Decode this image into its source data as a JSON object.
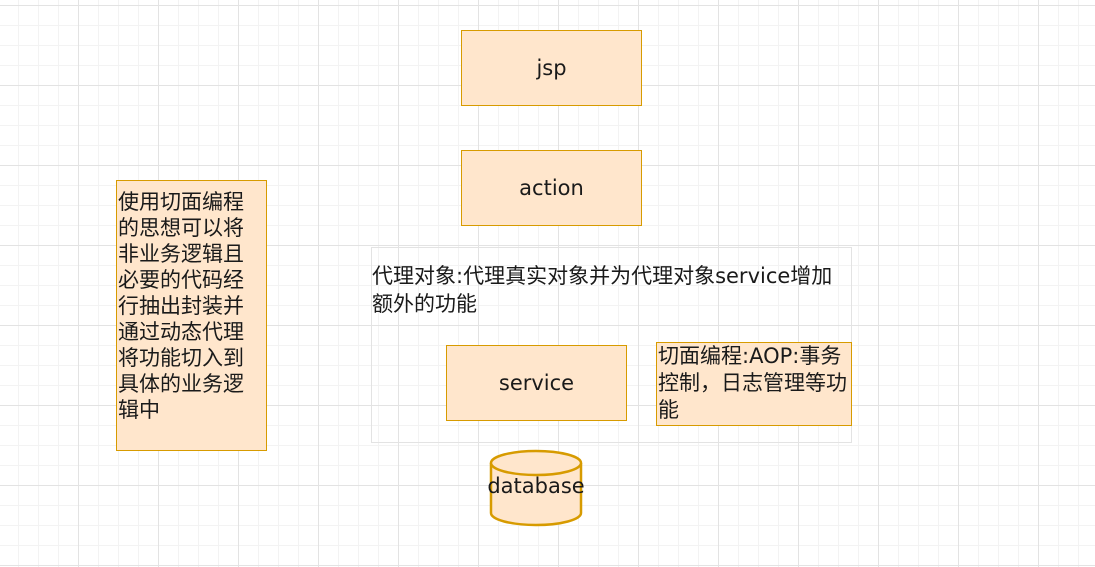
{
  "diagram": {
    "nodes": {
      "jsp": "jsp",
      "action": "action",
      "service": "service",
      "database": "database"
    },
    "notes": {
      "aop_description": "使用切面编程的思想可以将非业务逻辑且必要的代码经行抽出封装并通过动态代理将功能切入到具体的业务逻辑中",
      "proxy_description": "代理对象:代理真实对象并为代理对象service增加额外的功能",
      "aop_usage": "切面编程:AOP:事务控制，日志管理等功能"
    },
    "colors": {
      "node_fill": "#ffe6cc",
      "node_stroke": "#d79b00",
      "grid_major": "#e3e3e3",
      "grid_minor": "#f3f3f3"
    }
  }
}
